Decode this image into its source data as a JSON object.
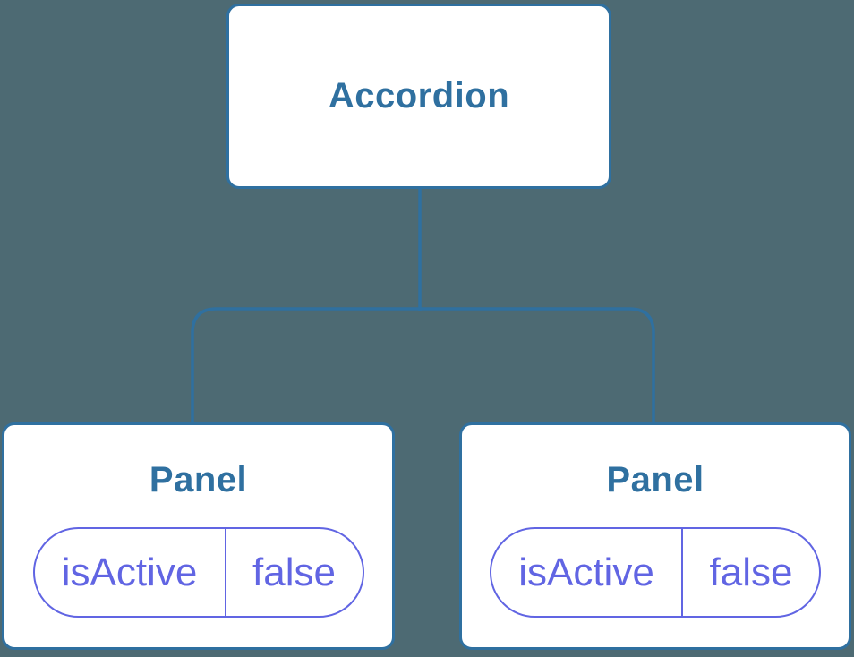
{
  "diagram": {
    "type": "component-tree",
    "root": {
      "label": "Accordion"
    },
    "children": [
      {
        "label": "Panel",
        "state": {
          "name": "isActive",
          "value": "false"
        }
      },
      {
        "label": "Panel",
        "state": {
          "name": "isActive",
          "value": "false"
        }
      }
    ]
  },
  "colors": {
    "background": "#4d6a73",
    "node_stroke_and_text": "#2f70a0",
    "state_pill": "#6165e3",
    "box_fill": "#ffffff"
  }
}
